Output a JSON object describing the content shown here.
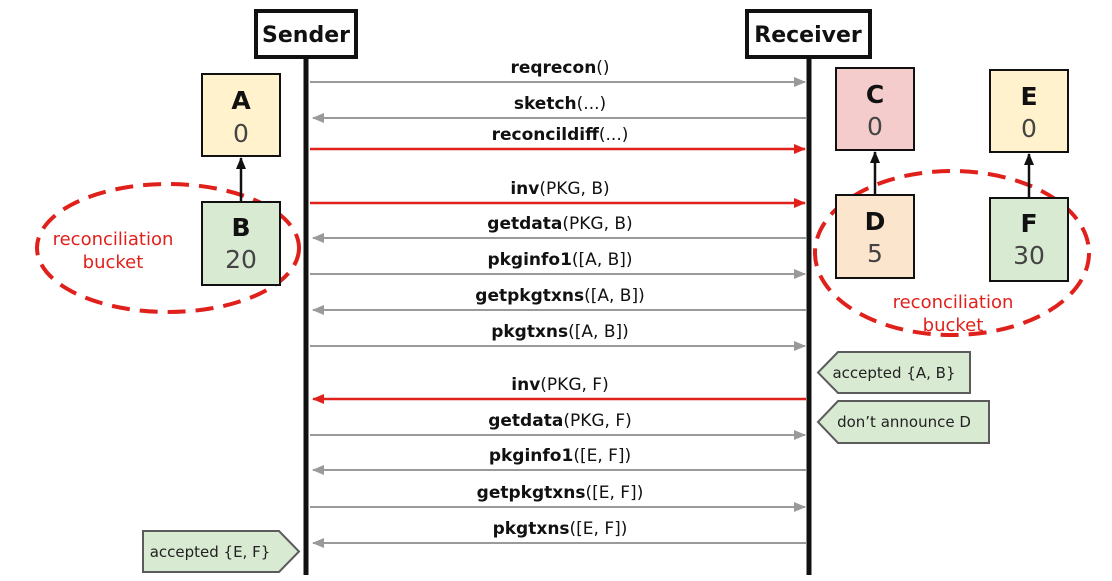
{
  "actors": {
    "sender": "Sender",
    "receiver": "Receiver"
  },
  "colors": {
    "gray_arrow": "#9a9a9a",
    "red_arrow": "#e0201b",
    "box_yellow": "#fff2cc",
    "box_pink": "#f4cccc",
    "box_peach": "#fce5cd",
    "box_green": "#d9ead3",
    "note_fill": "#d9ead3",
    "note_stroke": "#5b5b5b"
  },
  "sender_boxes": [
    {
      "name": "A",
      "value": "0",
      "color": "#fff2cc"
    },
    {
      "name": "B",
      "value": "20",
      "color": "#d9ead3"
    }
  ],
  "receiver_boxes": [
    {
      "name": "C",
      "value": "0",
      "color": "#f4cccc"
    },
    {
      "name": "D",
      "value": "5",
      "color": "#fce5cd"
    },
    {
      "name": "E",
      "value": "0",
      "color": "#fff2cc"
    },
    {
      "name": "F",
      "value": "30",
      "color": "#d9ead3"
    }
  ],
  "buckets": {
    "left": {
      "line1": "reconciliation",
      "line2": "bucket"
    },
    "right": {
      "line1": "reconciliation",
      "line2": "bucket"
    }
  },
  "messages": [
    {
      "bold": "reqrecon",
      "rest": "()",
      "dir": "right",
      "color": "gray"
    },
    {
      "bold": "sketch",
      "rest": "(...)",
      "dir": "left",
      "color": "gray"
    },
    {
      "bold": "reconcildiff",
      "rest": "(...)",
      "dir": "right",
      "color": "red"
    },
    {
      "bold": "inv",
      "rest": "(PKG, B)",
      "dir": "right",
      "color": "red"
    },
    {
      "bold": "getdata",
      "rest": "(PKG, B)",
      "dir": "left",
      "color": "gray"
    },
    {
      "bold": "pkginfo1",
      "rest": "([A, B])",
      "dir": "right",
      "color": "gray"
    },
    {
      "bold": "getpkgtxns",
      "rest": "([A, B])",
      "dir": "left",
      "color": "gray"
    },
    {
      "bold": "pkgtxns",
      "rest": "([A, B])",
      "dir": "right",
      "color": "gray"
    },
    {
      "bold": "inv",
      "rest": "(PKG, F)",
      "dir": "left",
      "color": "red"
    },
    {
      "bold": "getdata",
      "rest": "(PKG, F)",
      "dir": "right",
      "color": "gray"
    },
    {
      "bold": "pkginfo1",
      "rest": "([E, F])",
      "dir": "left",
      "color": "gray"
    },
    {
      "bold": "getpkgtxns",
      "rest": "([E, F])",
      "dir": "right",
      "color": "gray"
    },
    {
      "bold": "pkgtxns",
      "rest": "([E, F])",
      "dir": "left",
      "color": "gray"
    }
  ],
  "notes": {
    "accepted_ab": "accepted {A, B}",
    "dont_announce_d": "don’t announce D",
    "accepted_ef": "accepted {E, F}"
  }
}
